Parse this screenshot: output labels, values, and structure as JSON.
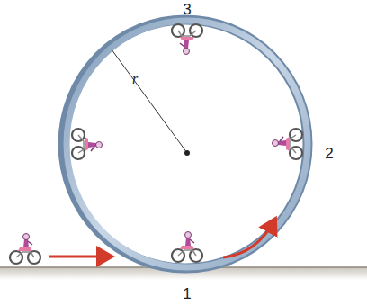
{
  "diagram": {
    "labels": [
      "3",
      "r",
      "2",
      "1"
    ]
  }
}
